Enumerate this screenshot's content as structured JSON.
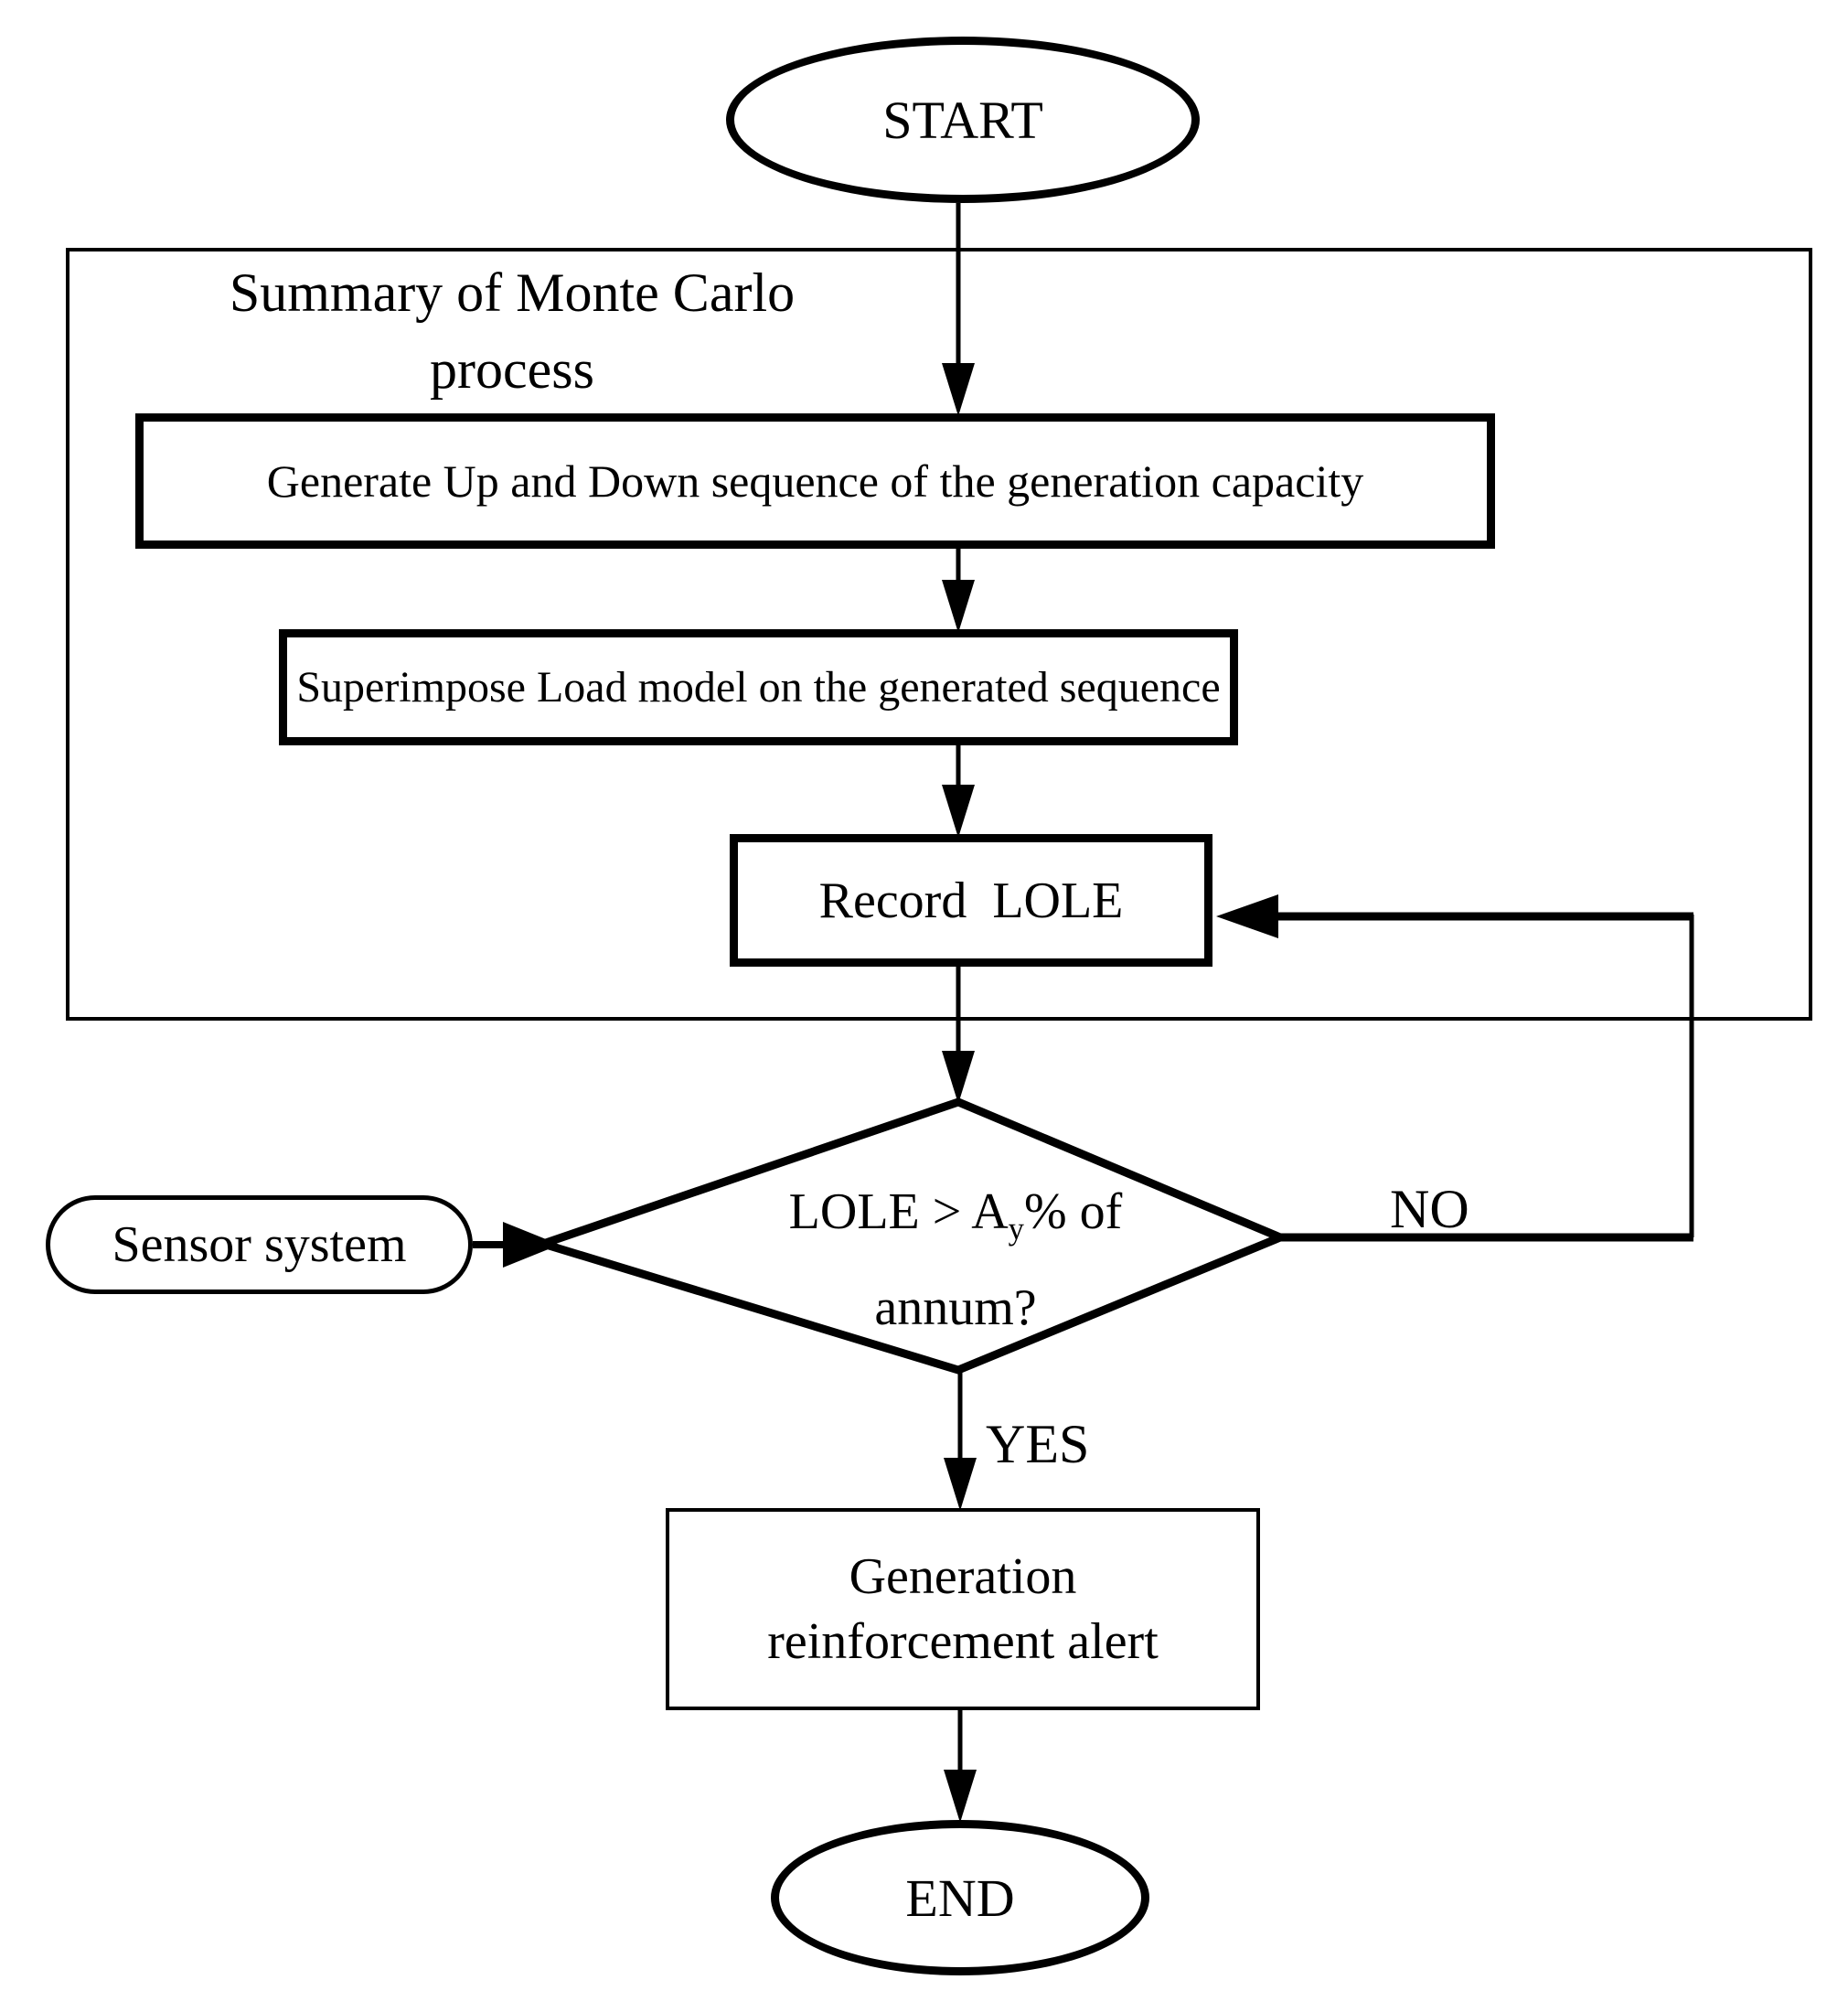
{
  "background": "#ffffff",
  "stroke_color": "#000000",
  "nodes": {
    "start": {
      "label": "START"
    },
    "summary": {
      "title_line1": "Summary of Monte Carlo",
      "title_line2": "process"
    },
    "generate": {
      "label": "Generate Up and Down sequence of the generation capacity"
    },
    "superimpose": {
      "label": "Superimpose Load model on the generated sequence"
    },
    "record": {
      "label": "Record  LOLE"
    },
    "decision": {
      "line1_pre": "LOLE > A",
      "line1_sub": "y",
      "line1_post": "% of",
      "line2": "annum?"
    },
    "sensor": {
      "label": "Sensor system"
    },
    "alert": {
      "line1": "Generation",
      "line2": "reinforcement alert"
    },
    "end": {
      "label": "END"
    }
  },
  "edges": {
    "no_label": "NO",
    "yes_label": "YES"
  }
}
